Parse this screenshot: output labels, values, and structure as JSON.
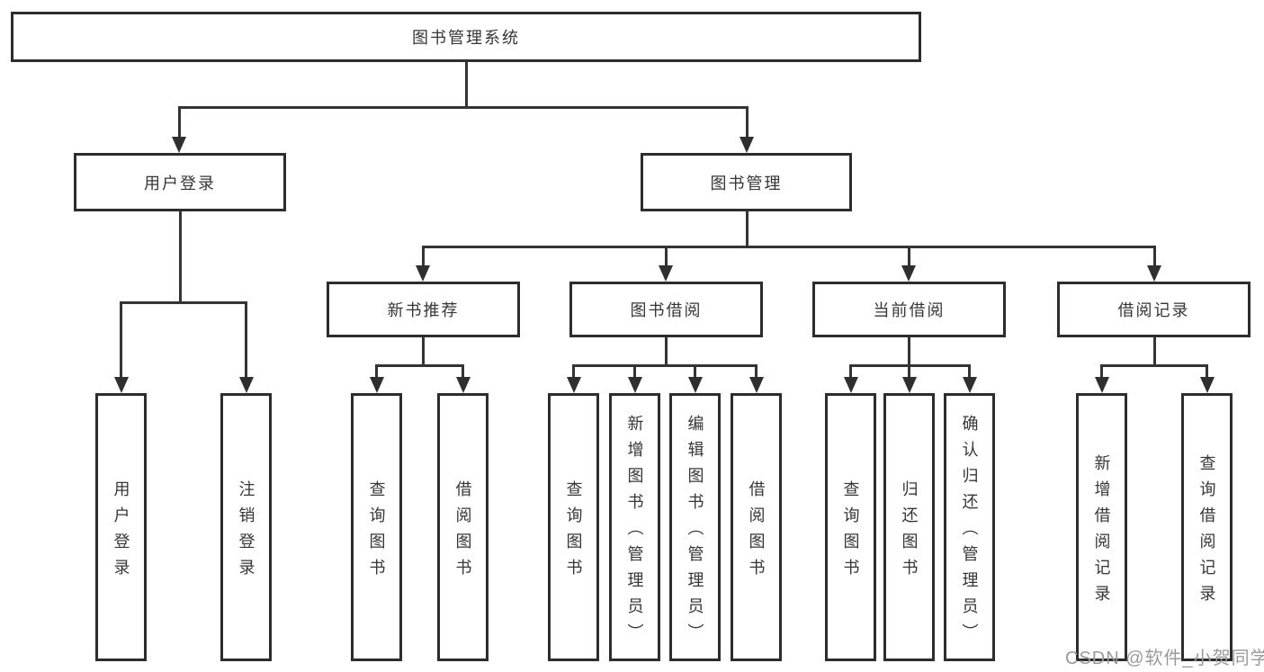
{
  "diagram": {
    "title": "图书管理系统",
    "root": {
      "label": "图书管理系统"
    },
    "level2": [
      {
        "label": "用户登录"
      },
      {
        "label": "图书管理"
      }
    ],
    "level3": [
      {
        "label": "新书推荐"
      },
      {
        "label": "图书借阅"
      },
      {
        "label": "当前借阅"
      },
      {
        "label": "借阅记录"
      }
    ],
    "leaves": {
      "user_login": [
        "用户登录",
        "注销登录"
      ],
      "new_book": [
        "查询图书",
        "借阅图书"
      ],
      "book_borrow": [
        "查询图书",
        "新增图书（管理员）",
        "编辑图书（管理员）",
        "借阅图书"
      ],
      "current_borrow": [
        "查询图书",
        "归还图书",
        "确认归还（管理员）"
      ],
      "borrow_records": [
        "新增借阅记录",
        "查询借阅记录"
      ]
    },
    "colors": {
      "box_border": "#2d2d2d",
      "line": "#343434",
      "text": "#363636",
      "background": "#ffffff",
      "watermark": "#9a9a9a"
    }
  },
  "watermark": {
    "text": "CSDN @软件_小贺同学"
  }
}
